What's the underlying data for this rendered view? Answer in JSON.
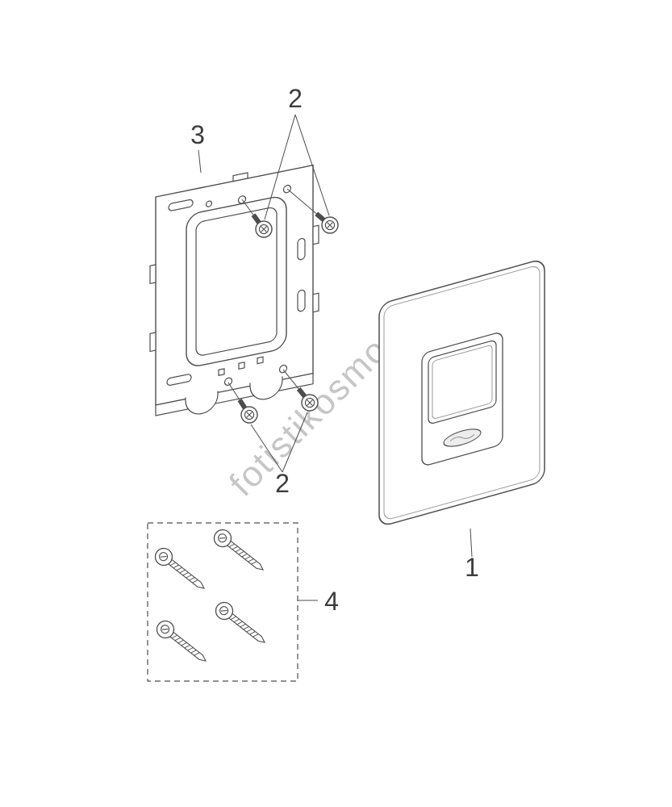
{
  "diagram": {
    "watermark": "fotistikosmos.gr",
    "callouts": {
      "part1": "1",
      "part2_top": "2",
      "part2_bottom": "2",
      "part3": "3",
      "part4": "4"
    },
    "colors": {
      "background": "#ffffff",
      "line": "#4d4d4d",
      "label": "#3d3d3d",
      "watermark": "#c6c6c6"
    }
  }
}
